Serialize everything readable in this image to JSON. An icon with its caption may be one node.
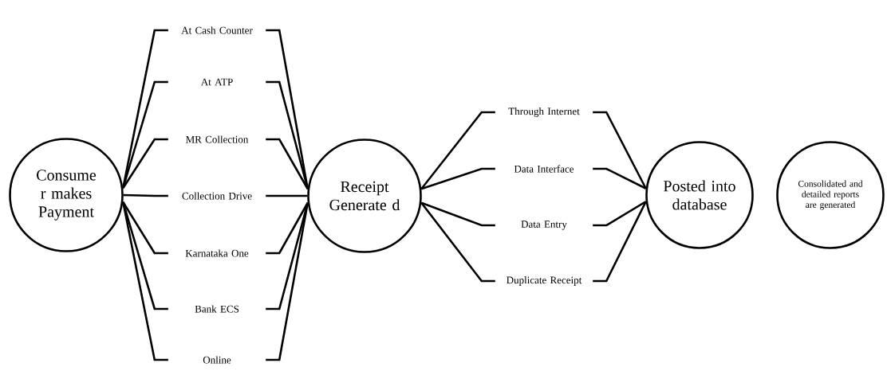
{
  "diagram": {
    "nodes": [
      {
        "text": [
          "Consume r makes Payment"
        ]
      },
      {
        "text": [
          "At Cash Counter"
        ]
      },
      {
        "text": [
          "At ATP"
        ]
      },
      {
        "text": [
          "MR Collection"
        ]
      },
      {
        "text": [
          "Collection Drive"
        ]
      },
      {
        "text": [
          "Karnataka One"
        ]
      },
      {
        "text": [
          "Bank ECS"
        ]
      },
      {
        "text": [
          "Online"
        ]
      },
      {
        "text": [
          "Receipt Generate d"
        ]
      },
      {
        "text": [
          "Through Internet"
        ]
      },
      {
        "text": [
          "Data Interface"
        ]
      },
      {
        "text": [
          "Data Entry"
        ]
      },
      {
        "text": [
          "Duplicate Receipt"
        ]
      },
      {
        "text": [
          "Posted into database"
        ]
      },
      {
        "text": [
          "Consolidated and detailed reports are generated"
        ]
      }
    ],
    "edges": [
      {
        "from": 0,
        "to": 1,
        "arrow": "none"
      },
      {
        "from": 0,
        "to": 2,
        "arrow": "none"
      },
      {
        "from": 0,
        "to": 3,
        "arrow": "none"
      },
      {
        "from": 0,
        "to": 4,
        "arrow": "none"
      },
      {
        "from": 0,
        "to": 5,
        "arrow": "none"
      },
      {
        "from": 0,
        "to": 6,
        "arrow": "none"
      },
      {
        "from": 0,
        "to": 7,
        "arrow": "none"
      },
      {
        "from": 1,
        "to": 8,
        "arrow": "none"
      },
      {
        "from": 2,
        "to": 8,
        "arrow": "none"
      },
      {
        "from": 3,
        "to": 8,
        "arrow": "none"
      },
      {
        "from": 4,
        "to": 8,
        "arrow": "none"
      },
      {
        "from": 5,
        "to": 8,
        "arrow": "none"
      },
      {
        "from": 6,
        "to": 8,
        "arrow": "none"
      },
      {
        "from": 7,
        "to": 8,
        "arrow": "none"
      },
      {
        "from": 8,
        "to": 9,
        "arrow": "none"
      },
      {
        "from": 8,
        "to": 10,
        "arrow": "none"
      },
      {
        "from": 8,
        "to": 11,
        "arrow": "none"
      },
      {
        "from": 8,
        "to": 12,
        "arrow": "none"
      },
      {
        "from": 9,
        "to": 13,
        "arrow": "none"
      },
      {
        "from": 10,
        "to": 13,
        "arrow": "none"
      },
      {
        "from": 11,
        "to": 13,
        "arrow": "none"
      },
      {
        "from": 12,
        "to": 13,
        "arrow": "none"
      }
    ]
  }
}
